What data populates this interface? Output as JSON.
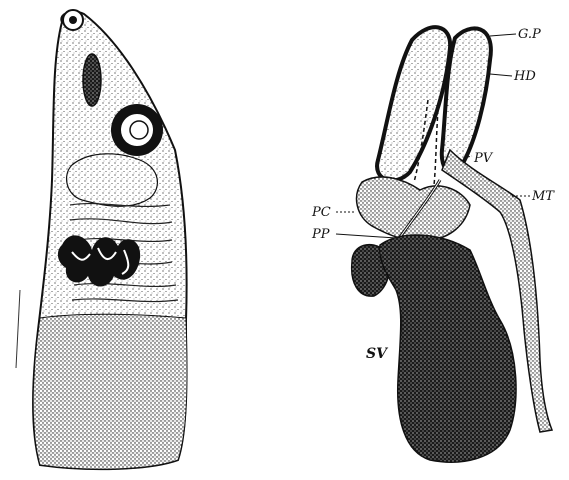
{
  "labels": {
    "gp": "G.P",
    "hd": "HD",
    "pv": "PV",
    "mt": "MT",
    "pc": "PC",
    "pp": "PP",
    "sv": "SV"
  }
}
